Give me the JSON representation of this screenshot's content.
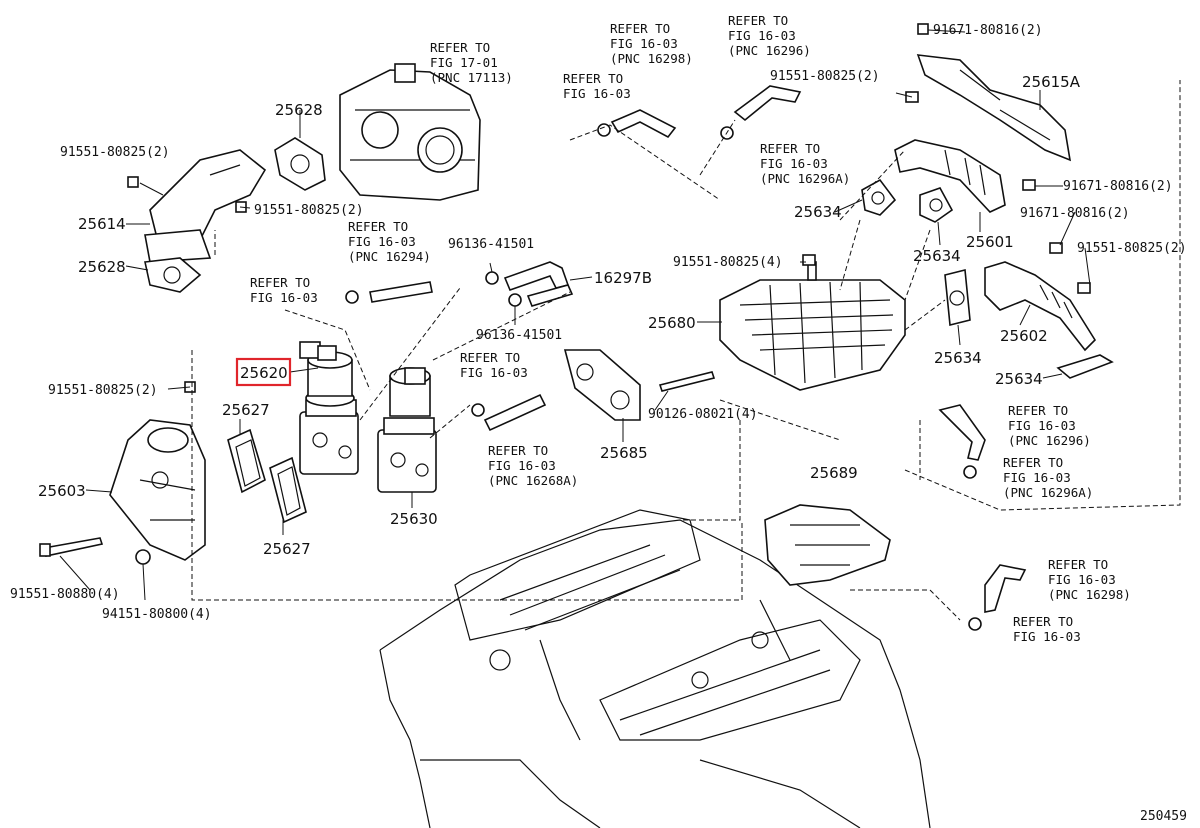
{
  "highlighted_part": "25620",
  "diagram_id": "250459",
  "part_labels": {
    "p25628_top": "25628",
    "p25614": "25614",
    "p25628_left": "25628",
    "p25603": "25603",
    "p25627_a": "25627",
    "p25627_b": "25627",
    "p25620": "25620",
    "p25630": "25630",
    "p25685": "25685",
    "p16297b": "16297B",
    "p25680": "25680",
    "p25689": "25689",
    "p25615a": "25615A",
    "p25601": "25601",
    "p25634_a": "25634",
    "p25634_b": "25634",
    "p25634_c": "25634",
    "p25634_d": "25634",
    "p25602": "25602"
  },
  "bolt_labels": {
    "b91551_a": "91551-80825(2)",
    "b91551_b": "91551-80825(2)",
    "b91551_c": "91551-80825(2)",
    "b91551_d": "91551-80825(4)",
    "b91551_e": "91551-80825(2)",
    "b91551_f": "91551-80825(2)",
    "b91551_880": "91551-80880(4)",
    "b94151": "94151-80800(4)",
    "b96136_a": "96136-41501",
    "b96136_b": "96136-41501",
    "b90126": "90126-08021(4)",
    "b91671_a": "91671-80816(2)",
    "b91671_b": "91671-80816(2)",
    "b91671_c": "91671-80816(2)"
  },
  "refer": {
    "refer_to": "REFER TO",
    "fig_17_01": "FIG 17-01",
    "fig_16_03": "FIG 16-03",
    "pnc_17113": "(PNC 17113)",
    "pnc_16298": "(PNC 16298)",
    "pnc_16296": "(PNC 16296)",
    "pnc_16294": "(PNC 16294)",
    "pnc_16296a": "(PNC 16296A)",
    "pnc_16268a": "(PNC 16268A)"
  }
}
